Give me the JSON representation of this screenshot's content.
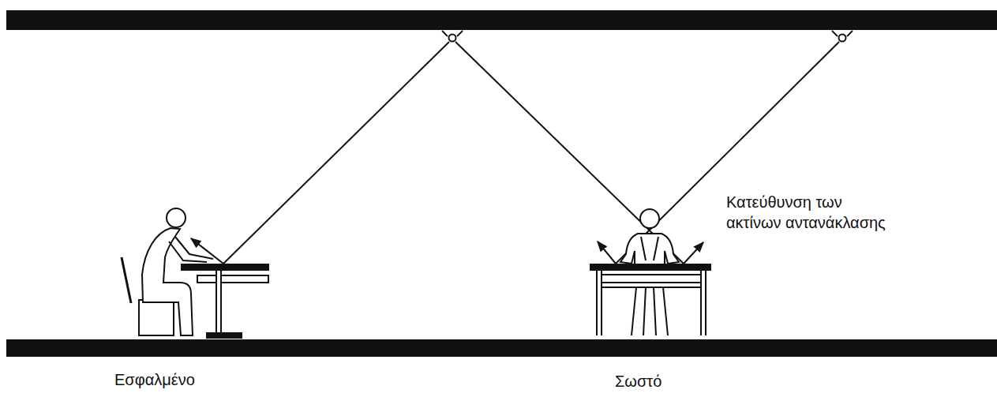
{
  "diagram": {
    "labels": [
      "Κατεύθυνση των ακτίνων αντανάκλασης",
      "Εσφαλμένο",
      "Σωστό"
    ]
  }
}
